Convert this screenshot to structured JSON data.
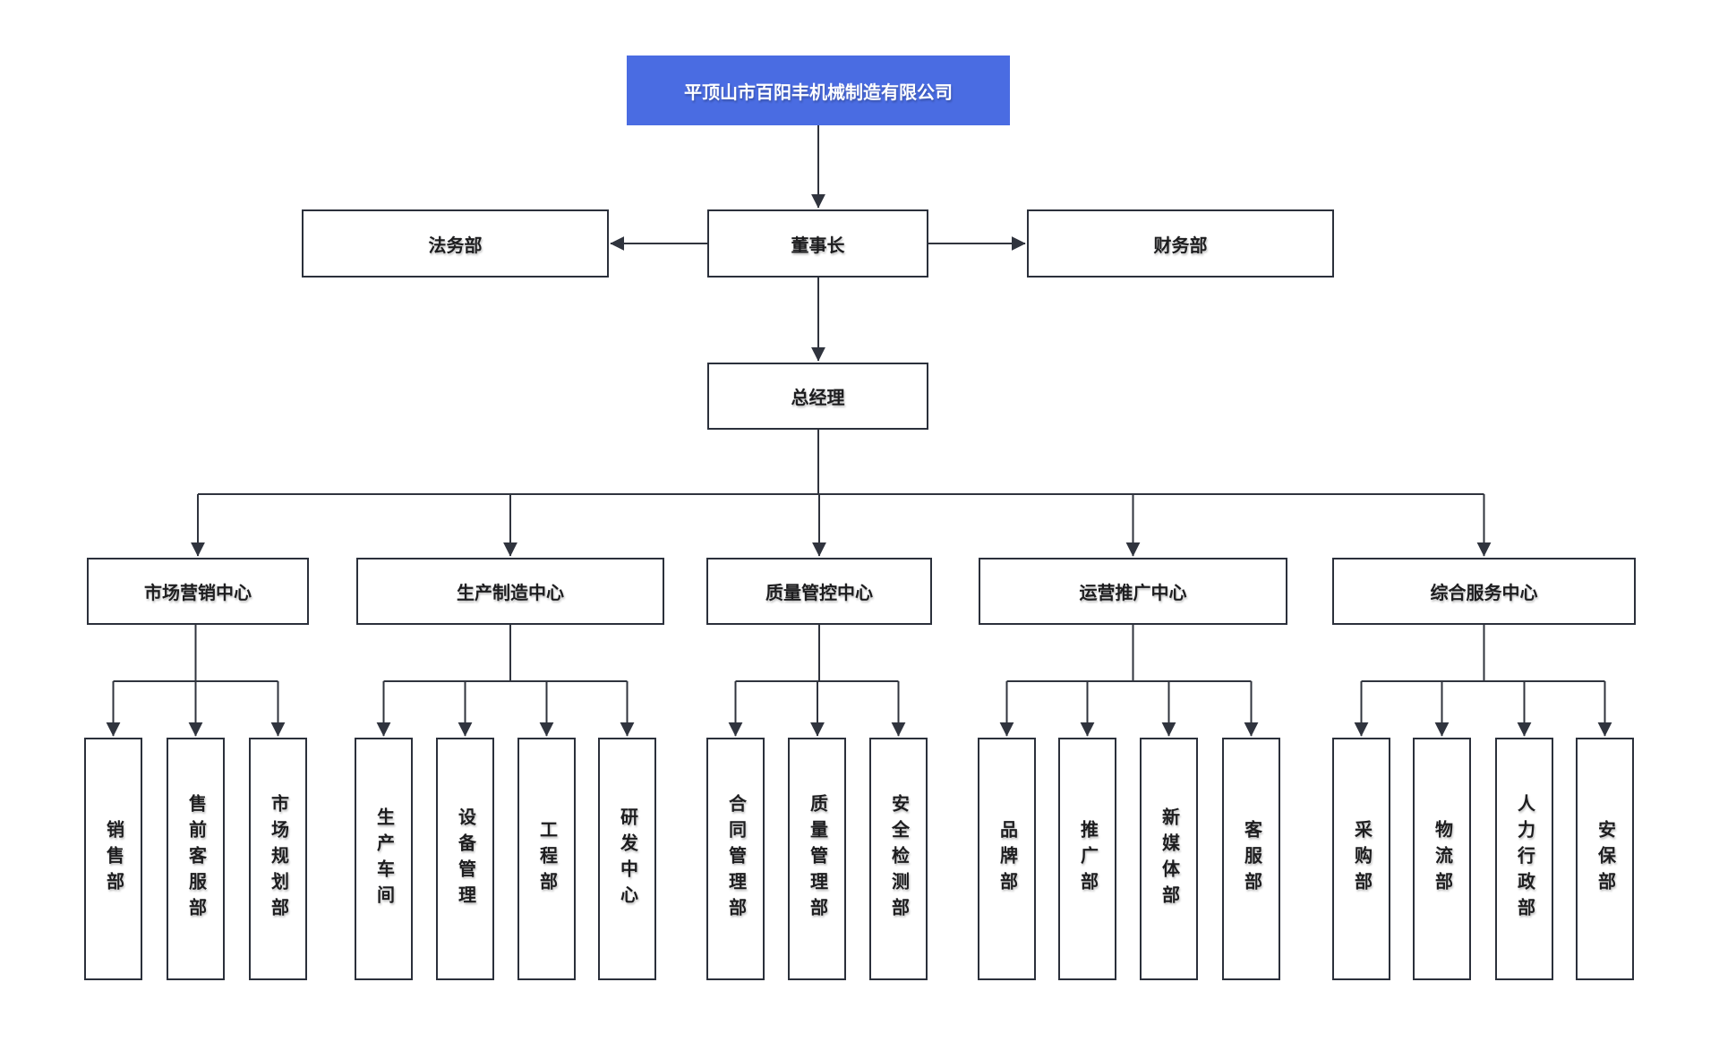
{
  "colors": {
    "root_bg": "#4a6ce2",
    "root_text": "#ffffff",
    "box_border": "#2b303b",
    "line": "#30343e",
    "text": "#1d1d1f",
    "page_bg": "#ffffff"
  },
  "nodes": {
    "root": {
      "label": "平顶山市百阳丰机械制造有限公司"
    },
    "legal": {
      "label": "法务部"
    },
    "chairman": {
      "label": "董事长"
    },
    "finance": {
      "label": "财务部"
    },
    "general_manager": {
      "label": "总经理"
    },
    "centers": [
      {
        "label": "市场营销中心",
        "children": [
          {
            "label": "销售部"
          },
          {
            "label": "售前客服部"
          },
          {
            "label": "市场规划部"
          }
        ]
      },
      {
        "label": "生产制造中心",
        "children": [
          {
            "label": "生产车间"
          },
          {
            "label": "设备管理"
          },
          {
            "label": "工程部"
          },
          {
            "label": "研发中心"
          }
        ]
      },
      {
        "label": "质量管控中心",
        "children": [
          {
            "label": "合同管理部"
          },
          {
            "label": "质量管理部"
          },
          {
            "label": "安全检测部"
          }
        ]
      },
      {
        "label": "运营推广中心",
        "children": [
          {
            "label": "品牌部"
          },
          {
            "label": "推广部"
          },
          {
            "label": "新媒体部"
          },
          {
            "label": "客服部"
          }
        ]
      },
      {
        "label": "综合服务中心",
        "children": [
          {
            "label": "采购部"
          },
          {
            "label": "物流部"
          },
          {
            "label": "人力行政部"
          },
          {
            "label": "安保部"
          }
        ]
      }
    ]
  }
}
